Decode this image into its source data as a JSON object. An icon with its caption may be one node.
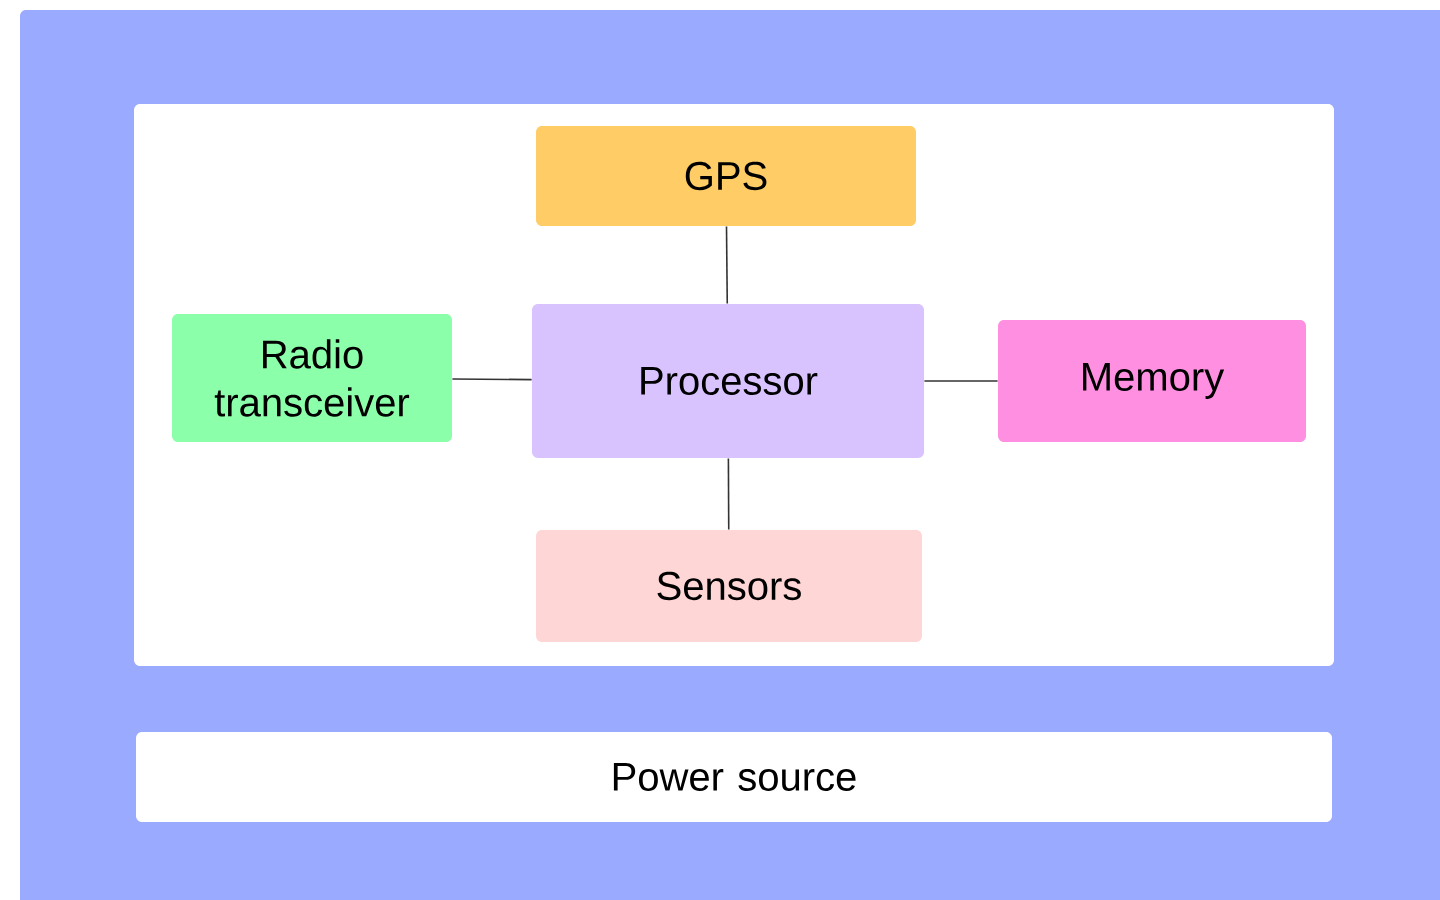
{
  "diagram": {
    "nodes": [
      {
        "text": [],
        "shape": "box"
      },
      {
        "text": [],
        "shape": "box",
        "in": 0
      },
      {
        "text": [
          "GPS"
        ],
        "in": 1
      },
      {
        "text": [
          "Radio transceiver"
        ],
        "in": 1
      },
      {
        "text": [
          "Processor"
        ],
        "in": 1
      },
      {
        "text": [
          "Memory"
        ],
        "in": 1
      },
      {
        "text": [
          "Sensors"
        ],
        "in": 1
      },
      {
        "text": [
          "Power source"
        ],
        "in": 0
      }
    ],
    "edges": [
      {
        "from": 4,
        "to": 2,
        "arrow": "none"
      },
      {
        "from": 3,
        "to": 4,
        "arrow": "none"
      },
      {
        "from": 4,
        "to": 5,
        "arrow": "none"
      },
      {
        "from": 4,
        "to": 6,
        "arrow": "none"
      }
    ]
  }
}
